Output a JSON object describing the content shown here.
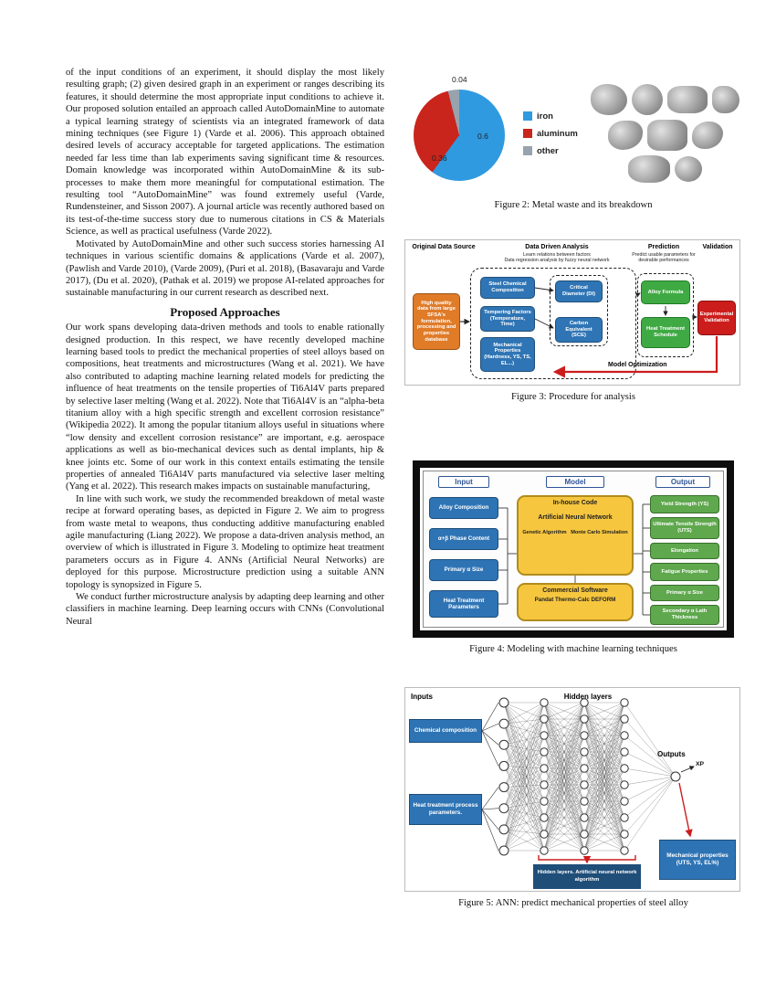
{
  "left_column": {
    "para1": "of the input conditions of an experiment, it should display the most likely resulting graph; (2) given desired graph in an experiment or ranges describing its features, it should determine the most appropriate input conditions to achieve it. Our proposed solution entailed an approach called AutoDomainMine to automate a typical learning strategy of scientists via an integrated framework of data mining techniques (see Figure 1) (Varde et al. 2006). This approach obtained desired levels of accuracy acceptable for targeted applications. The estimation needed far less time than lab experiments saving significant time & resources. Domain knowledge was incorporated within AutoDomainMine & its sub-processes to make them more meaningful for computational estimation. The resulting tool “AutoDomainMine” was found extremely useful (Varde, Rundensteiner, and Sisson 2007). A journal article was recently authored based on its test-of-the-time success story due to numerous citations in CS & Materials Science, as well as practical usefulness (Varde 2022).",
    "para2": "Motivated by AutoDomainMine and other such success stories harnessing AI techniques in various scientific domains & applications (Varde et al. 2007), (Pawlish and Varde 2010), (Varde 2009), (Puri et al. 2018), (Basavaraju and Varde 2017), (Du et al. 2020), (Pathak et al. 2019) we propose AI-related approaches for sustainable manufacturing in our current research as described next.",
    "section_heading": "Proposed Approaches",
    "para3": "Our work spans developing data-driven methods and tools to enable rationally designed production. In this respect, we have recently developed machine learning based tools to predict the mechanical properties of steel alloys based on compositions, heat treatments and microstructures (Wang et al. 2021). We have also contributed to adapting machine learning related models for predicting the influence of heat treatments on the tensile properties of Ti6Al4V parts prepared by selective laser melting (Wang et al. 2022). Note that Ti6Al4V is an “alpha-beta titanium alloy with a high specific strength and excellent corrosion resistance” (Wikipedia 2022). It among the popular titanium alloys useful in situations where “low density and excellent corrosion resistance” are important, e.g. aerospace applications as well as bio-mechanical devices such as dental implants, hip & knee joints etc. Some of our work in this context entails estimating the tensile properties of annealed Ti6Al4V parts manufactured via selective laser melting (Yang et al. 2022). This research makes impacts on sustainable manufacturing,",
    "para4": "In line with such work, we study the recommended breakdown of metal waste recipe at forward operating bases, as depicted in Figure 2. We aim to progress from waste metal to weapons, thus conducting additive manufacturing enabled agile manufacturing (Liang 2022). We propose a data-driven analysis method, an overview of which is illustrated in Figure 3. Modeling to optimize heat treatment parameters occurs as in Figure 4. ANNs (Artificial Neural Networks) are deployed for this purpose. Microstructure prediction using a suitable ANN topology is synopsized in Figure 5.",
    "para5": "We conduct further microstructure analysis by adapting deep learning and other classifiers in machine learning. Deep learning occurs with CNNs (Convolutional Neural"
  },
  "chart_data": {
    "type": "pie",
    "labels": [
      "iron",
      "aluminum",
      "other"
    ],
    "values": [
      0.6,
      0.36,
      0.04
    ],
    "value_labels": [
      "0.6",
      "0.36",
      "0.04"
    ],
    "colors": [
      "#2f9ae0",
      "#c9251c",
      "#97a3ae"
    ],
    "title": "",
    "legend_position": "right"
  },
  "figures": {
    "fig2": {
      "caption": "Figure 2: Metal waste and its breakdown"
    },
    "fig3": {
      "caption": "Figure 3: Procedure for analysis",
      "headers": [
        "Original Data Source",
        "Data Driven Analysis",
        "Prediction",
        "Validation"
      ],
      "analysis_subtext": "Learn relations between factors\nData regression analysis by fuzzy neural network",
      "prediction_subtext": "Predict usable parameters for desirable performances",
      "source_box": "High quality data from large SFSA's formulation, processing and properties database",
      "analysis_boxes": [
        "Steel Chemical Composition",
        "Tempering Factors (Temperature, Time)",
        "Mechanical Properties (Hardness, YS, TS, EL...)"
      ],
      "derived_boxes": [
        "Critical Diameter (DI)",
        "Carbon Equivalent (SCE)"
      ],
      "prediction_boxes": [
        "Alloy Formula",
        "Heat Treatment Schedule"
      ],
      "validation_box": "Experimental Validation",
      "optimization_label": "Model Optimization"
    },
    "fig4": {
      "caption": "Figure 4: Modeling with machine learning techniques",
      "headers": [
        "Input",
        "Model",
        "Output"
      ],
      "inputs": [
        "Alloy Composition",
        "α+β Phase Content",
        "Primary α Size",
        "Heat Treatment Parameters"
      ],
      "model": {
        "inhouse_title": "In-house Code",
        "inhouse_main": "Artificial Neural Network",
        "inhouse_sub_left": "Genetic Algorithm",
        "inhouse_sub_right": "Monte Carlo Simulation",
        "commercial_title": "Commercial Software",
        "commercial_body": "Pandat Thermo-Calc DEFORM"
      },
      "outputs": [
        "Yield Strength (YS)",
        "Ultimate Tensile Strength (UTS)",
        "Elongation",
        "Fatigue Properties",
        "Primary α Size",
        "Secondary α Lath Thickness"
      ]
    },
    "fig5": {
      "caption": "Figure 5: ANN: predict mechanical properties of steel alloy",
      "inputs_label": "Inputs",
      "hidden_label": "Hidden layers",
      "outputs_label": "Outputs",
      "output_node_label": "XP",
      "input_boxes": [
        "Chemical composition",
        "Heat treatment process parameters."
      ],
      "mech_box": "Mechanical properties (UTS, YS, EL%)",
      "bracket_box": "Hidden layers. Artificial neural network algorithm",
      "network": {
        "layers": [
          8,
          10,
          10,
          10,
          1
        ]
      }
    }
  }
}
